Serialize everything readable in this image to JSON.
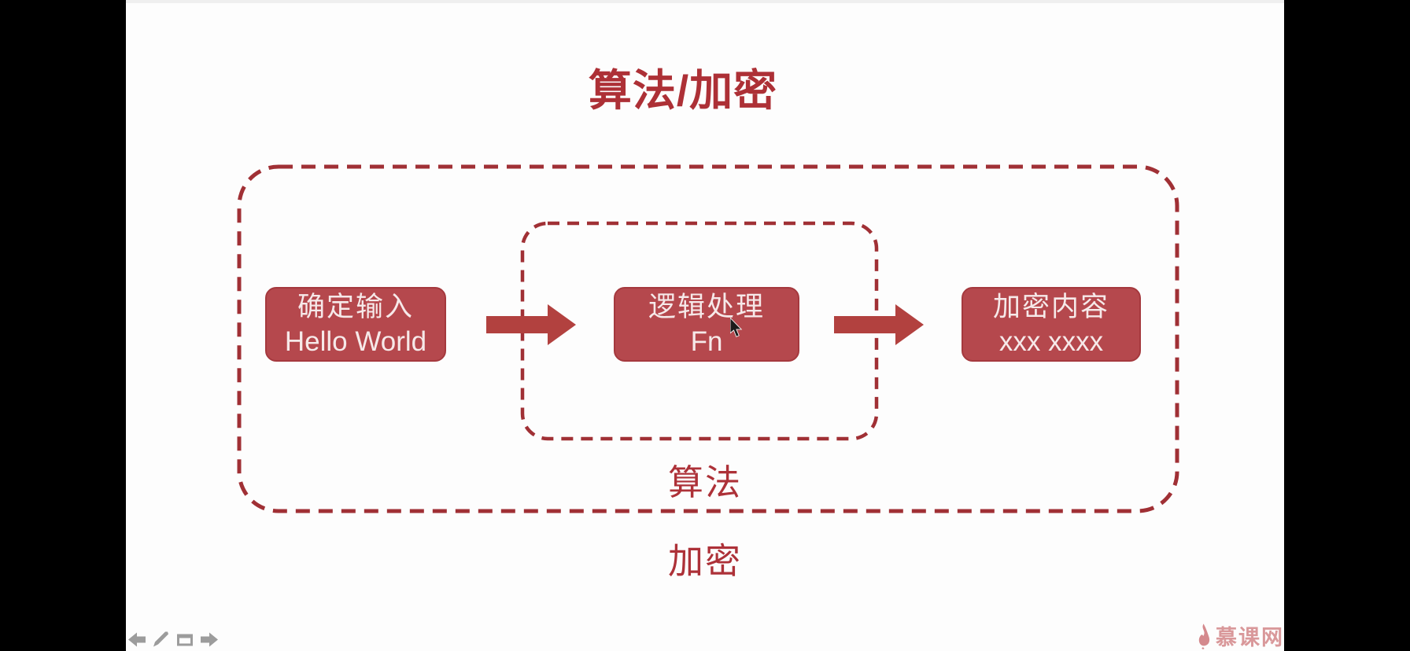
{
  "slide": {
    "title": "算法/加密",
    "labels": {
      "algorithm": "算法",
      "encryption": "加密"
    },
    "nodes": [
      {
        "name": "input",
        "line1": "确定输入",
        "line2": "Hello World"
      },
      {
        "name": "process",
        "line1": "逻辑处理",
        "line2": "Fn"
      },
      {
        "name": "output",
        "line1": "加密内容",
        "line2": "xxx xxxx"
      }
    ]
  },
  "toolbar": {
    "icons": [
      "prev-arrow-icon",
      "pen-icon",
      "slide-box-icon",
      "next-arrow-icon"
    ]
  },
  "watermark": {
    "brand": "慕课网",
    "icon": "imooc-flame-icon"
  },
  "colors": {
    "letterbox": "#000000",
    "slide_bg": "#fdfdfd",
    "title": "#ad3036",
    "dashed_border": "#a03035",
    "node_fill": "#b5484d",
    "node_border": "#a5393e",
    "node_text": "#f6e9e9",
    "arrow": "#b2413f",
    "label": "#ad3138",
    "toolbar_icon": "#9c9c9c",
    "watermark": "#d9989a",
    "watermark_icon": "#d4898d"
  }
}
